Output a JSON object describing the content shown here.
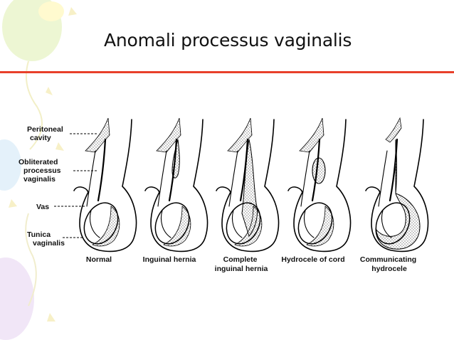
{
  "slide": {
    "title": "Anomali processus vaginalis",
    "rule_color": "#e8402a"
  },
  "diagram": {
    "labels": {
      "peritoneal": [
        "Peritoneal",
        "cavity"
      ],
      "obliterated": [
        "Obliterated",
        "processus",
        "vaginalis"
      ],
      "vas": "Vas",
      "tunica": [
        "Tunica",
        "vaginalis"
      ]
    },
    "panels": [
      {
        "caption": [
          "Normal"
        ]
      },
      {
        "caption": [
          "Inguinal hernia"
        ]
      },
      {
        "caption": [
          "Complete",
          "inguinal hernia"
        ]
      },
      {
        "caption": [
          "Hydrocele of cord"
        ]
      },
      {
        "caption": [
          "Communicating",
          "hydrocele"
        ]
      }
    ]
  }
}
